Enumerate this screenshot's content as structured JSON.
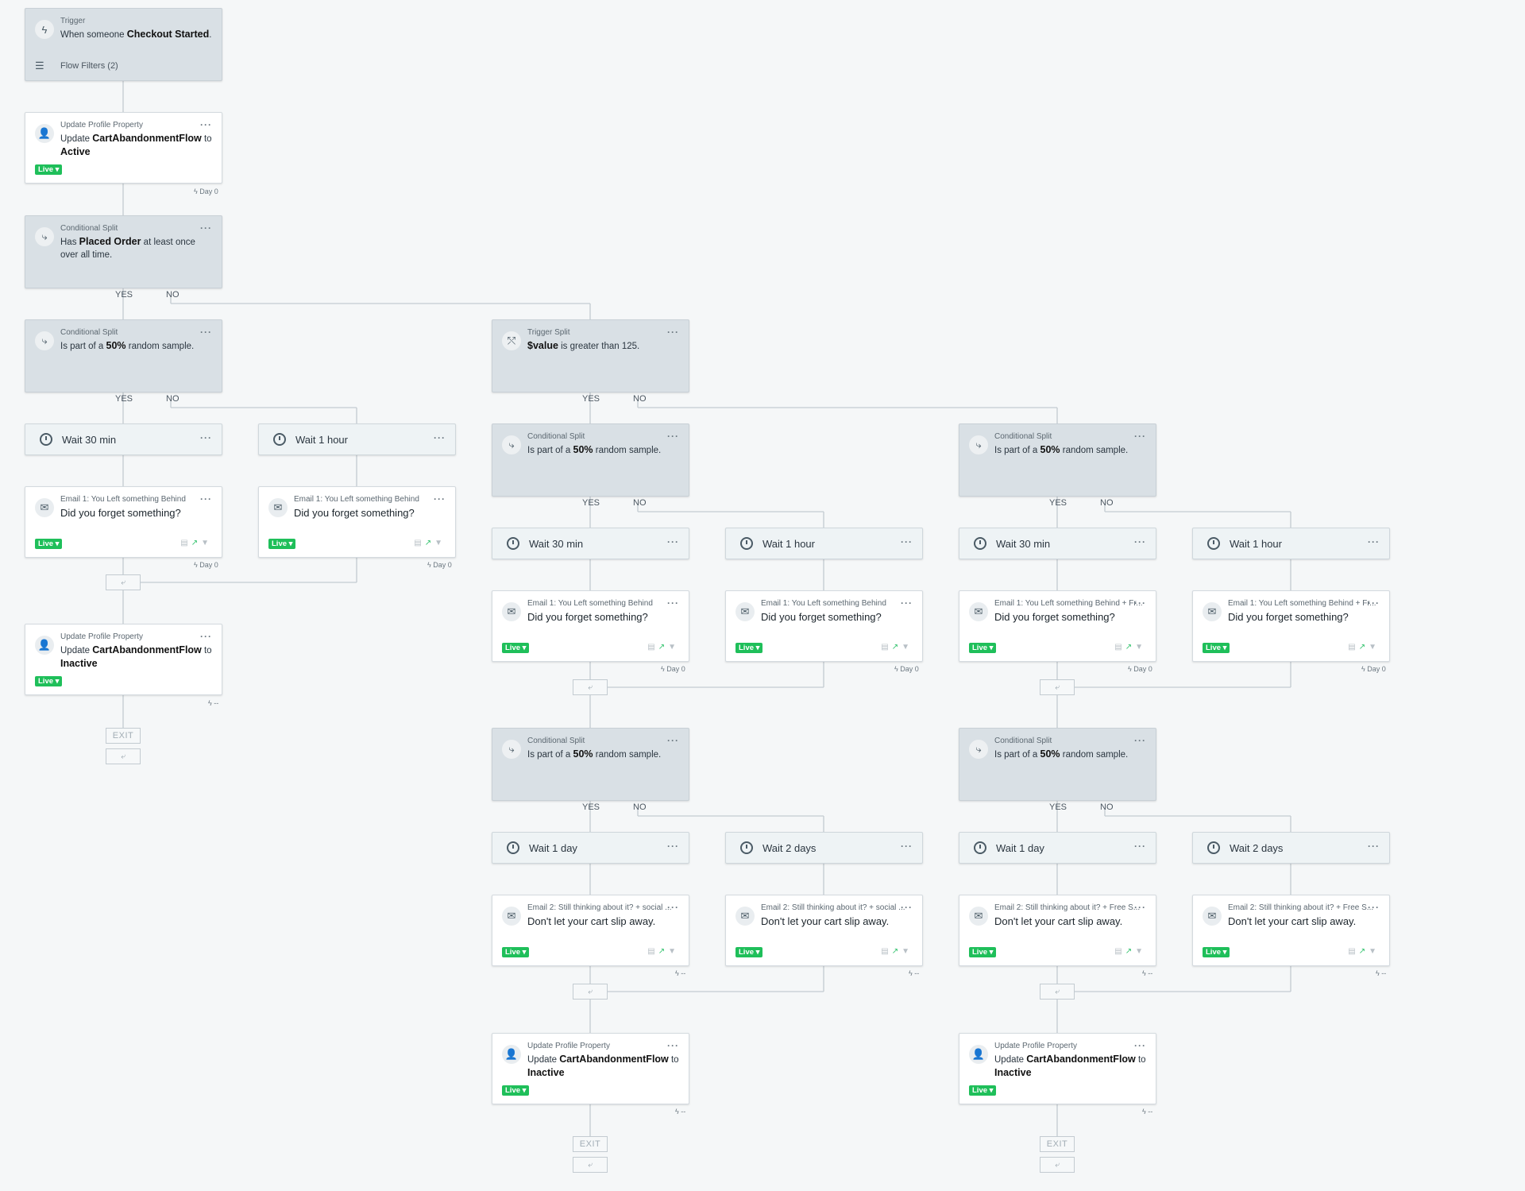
{
  "labels": {
    "yes": "YES",
    "no": "NO",
    "live": "Live ▾",
    "more": "···",
    "exit": "EXIT",
    "merge": "⤶"
  },
  "trigger": {
    "kicker": "Trigger",
    "pre": "When someone ",
    "bold": "Checkout Started",
    "post": ".",
    "filters": "Flow Filters (2)"
  },
  "upd_active": {
    "kicker": "Update Profile Property",
    "pre": "Update ",
    "prop": "CartAbandonmentFlow",
    "mid": " to",
    "val": "Active",
    "day": "ϟ Day 0"
  },
  "split_placed": {
    "kicker": "Conditional Split",
    "pre": "Has ",
    "bold": "Placed Order",
    "post": " at least once over all time."
  },
  "split_sample": {
    "kicker": "Conditional Split",
    "pre": "Is part of a ",
    "bold": "50%",
    "post": " random sample."
  },
  "trigger_split": {
    "kicker": "Trigger Split",
    "bold": "$value",
    "post": " is greater than 125."
  },
  "waits": {
    "w30": "Wait 30 min",
    "w1h": "Wait 1 hour",
    "w1d": "Wait 1 day",
    "w2d": "Wait 2 days"
  },
  "emails": {
    "e1": "Email 1: You Left something Behind",
    "e1fr": "Email 1: You Left something Behind + Fr...",
    "e2s": "Email 2: Still thinking about it? + social ...",
    "e2f": "Email 2: Still thinking about it? + Free S...",
    "t1": "Did you forget something?",
    "t2": "Don't let your cart slip away."
  },
  "days": {
    "d0": "ϟ Day 0",
    "dd": "ϟ --"
  },
  "upd_inactive": {
    "kicker": "Update Profile Property",
    "pre": "Update ",
    "prop": "CartAbandonmentFlow",
    "mid": " to",
    "val": "Inactive"
  },
  "colors": {
    "live": "#1fbf5a",
    "split_bg": "#d9e0e5",
    "wait_bg": "#eef3f5",
    "wire": "#c3cbd1"
  }
}
